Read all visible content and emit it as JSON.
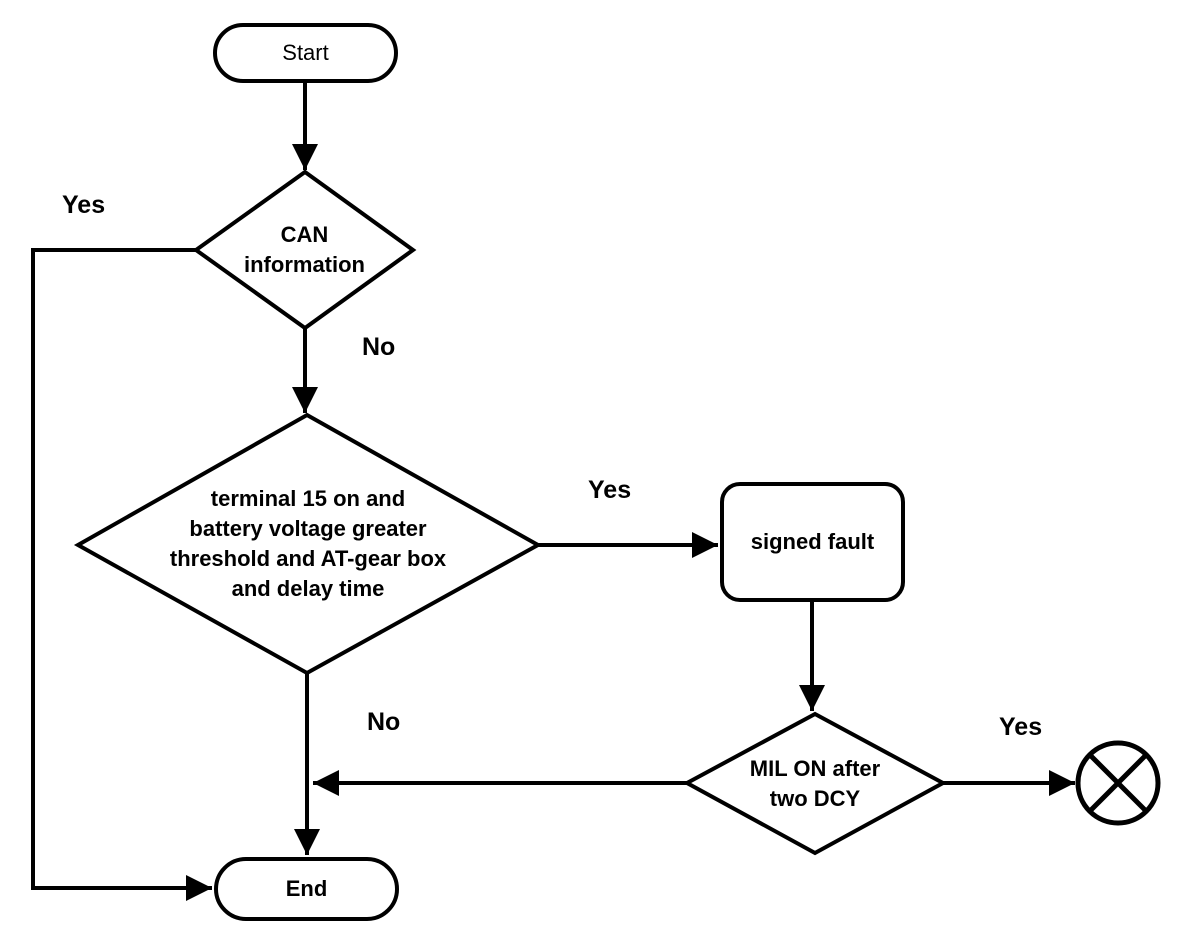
{
  "diagram": {
    "background": "#ffffff",
    "stroke_color": "#000000",
    "nodes": {
      "start": {
        "type": "terminator",
        "label": "Start"
      },
      "can_information": {
        "type": "decision",
        "lines": [
          "CAN",
          "information"
        ]
      },
      "terminal_check": {
        "type": "decision",
        "lines": [
          "terminal 15 on and",
          "battery voltage greater",
          "threshold and AT-gear box",
          "and delay time"
        ]
      },
      "signed_fault": {
        "type": "process",
        "label": "signed fault"
      },
      "mil_on": {
        "type": "decision",
        "lines": [
          "MIL ON after",
          "two DCY"
        ]
      },
      "end": {
        "type": "terminator",
        "label": "End"
      },
      "off_page_terminator": {
        "type": "crossed-circle",
        "icon": "crossed-circle-icon"
      }
    },
    "edge_labels": {
      "can_yes": "Yes",
      "can_no": "No",
      "terminal_yes": "Yes",
      "terminal_no": "No",
      "mil_yes": "Yes"
    }
  }
}
